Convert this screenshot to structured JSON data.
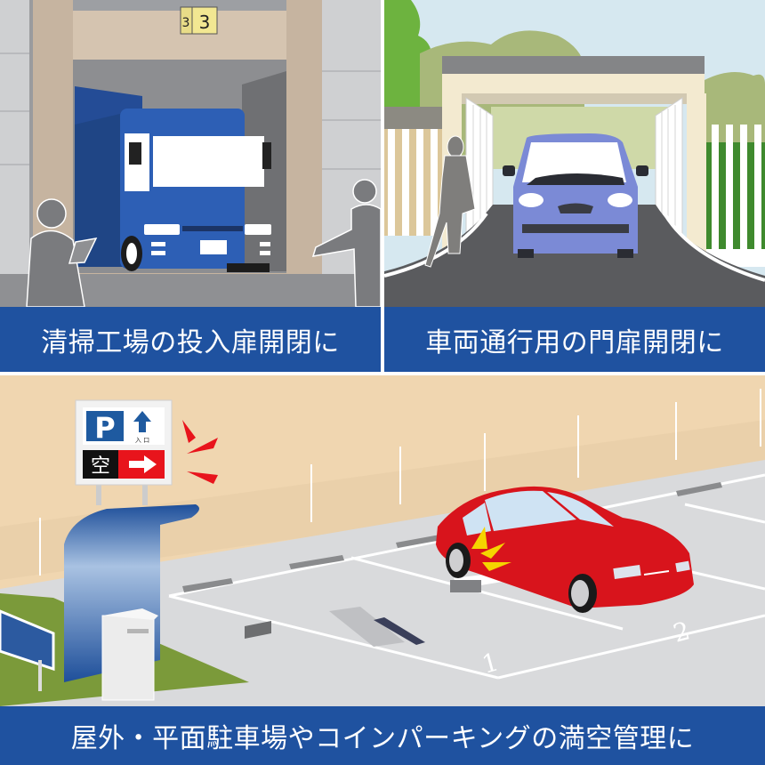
{
  "panels": [
    {
      "id": "cleaning-plant",
      "caption": "清掃工場の投入扉開閉に",
      "scene": {
        "bay_number_sign": "3",
        "bay_number_side": "3",
        "vehicle": "blue-truck",
        "figures": 2
      }
    },
    {
      "id": "vehicle-gate",
      "caption": "車両通行用の門扉開閉に",
      "scene": {
        "vehicle": "light-blue-car",
        "figures": 1,
        "gate": "open-swing-gate"
      }
    },
    {
      "id": "parking-lot",
      "caption": "屋外・平面駐車場やコインパーキングの満空管理に",
      "scene": {
        "sign": {
          "parking_symbol": "P",
          "entrance_label": "入 口",
          "status_label": "空",
          "arrow_up_icon": "up-arrow",
          "arrow_right_icon": "right-arrow"
        },
        "space_numbers": [
          "1",
          "2"
        ],
        "vehicle": "red-car"
      }
    }
  ],
  "colors": {
    "caption_bg": "#1f52a0",
    "caption_text": "#ffffff",
    "sign_blue": "#1e5aa0",
    "sign_red": "#e8141c",
    "car_red": "#d8141c",
    "truck_blue": "#2d5fb5"
  }
}
